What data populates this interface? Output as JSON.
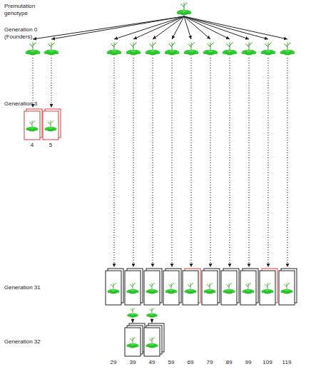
{
  "diagram": {
    "labels": [
      "Premutation genotype",
      "Generation 0 (Founders)",
      "Generation 3",
      "4",
      "5",
      "Generation 31",
      "Generation 32",
      "29",
      "39",
      "49",
      "59",
      "69",
      "79",
      "89",
      "99",
      "109",
      "119"
    ]
  }
}
